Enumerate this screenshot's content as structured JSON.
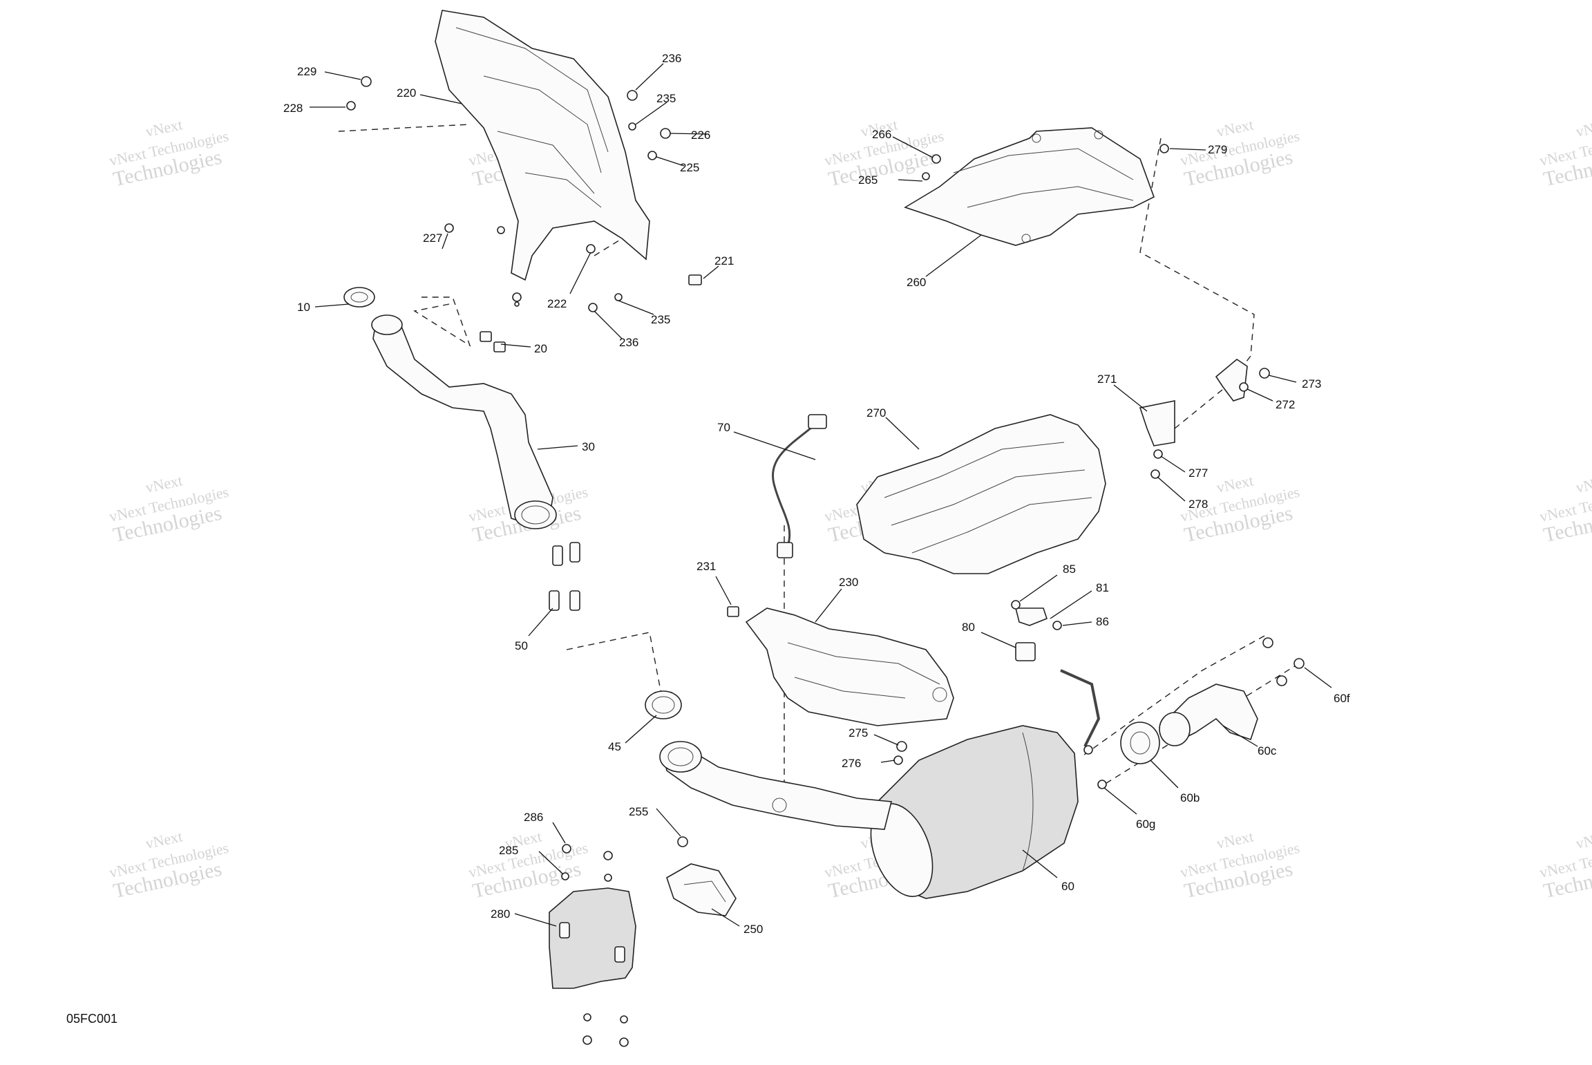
{
  "figure_code": "05FC001",
  "watermark": {
    "line1": "vNext Technologies",
    "line2": "Technologies",
    "tag": "vNext"
  },
  "callouts": [
    "229",
    "228",
    "220",
    "236",
    "235",
    "226",
    "225",
    "227",
    "222",
    "221",
    "235",
    "236",
    "10",
    "20",
    "30",
    "50",
    "45",
    "266",
    "265",
    "279",
    "260",
    "271",
    "273",
    "272",
    "277",
    "278",
    "270",
    "70",
    "231",
    "230",
    "85",
    "81",
    "86",
    "80",
    "275",
    "276",
    "60f",
    "60c",
    "60b",
    "60g",
    "60",
    "286",
    "285",
    "280",
    "255",
    "250"
  ]
}
